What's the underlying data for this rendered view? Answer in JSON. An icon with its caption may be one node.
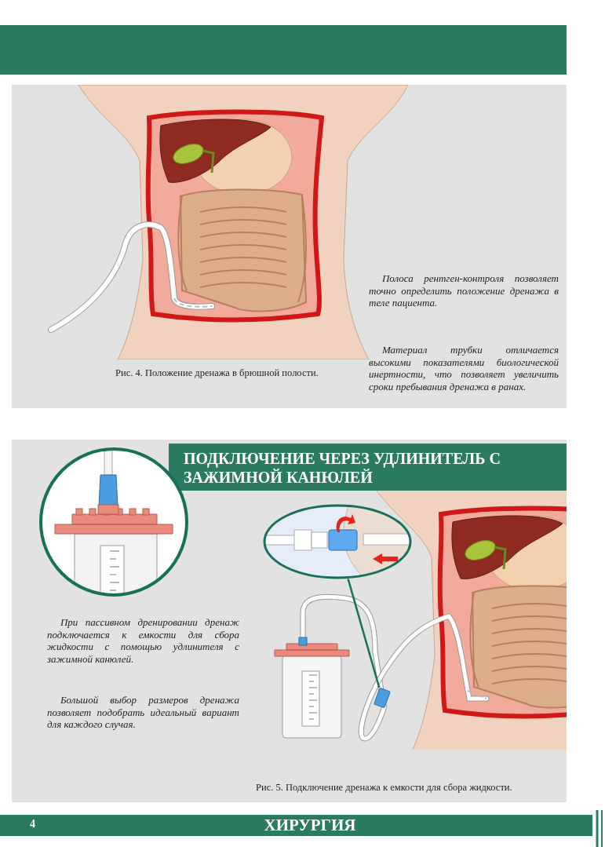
{
  "diagram": {
    "title": "ПОДКЛЮЧЕНИЕ ЧЕРЕЗ УДЛИНИТЕЛЬ С ЗАЖИМНОЙ КАНЮЛЕЙ",
    "nodes": [
      {
        "text": [],
        "shape": "picture"
      },
      {
        "text": [],
        "shape": "picture"
      },
      {
        "text": [],
        "shape": "box"
      }
    ],
    "edges": [
      {
        "from": 1,
        "to": 2,
        "arrow": "none"
      }
    ],
    "labels": [
      "Полоса рентген-контроля позволяет точно определить положение дренажа в теле пациента.",
      "Материал трубки отличается высокими показателями биологической инертности, что позволяет увеличить сроки пребывания дренажа в ранах.",
      "Рис. 4. Положение дренажа в брюшной полости.",
      "При пассивном дренировании дренаж подключается к емкости для сбора жидкости с помощью удлинителя с зажимной канюлей.",
      "Большой выбор размеров дренажа позволяет подобрать идеальный вариант для каждого случая.",
      "Рис. 5. Подключение дренажа к емкости для сбора жидкости.",
      "4",
      "ХИРУРГИЯ"
    ]
  }
}
